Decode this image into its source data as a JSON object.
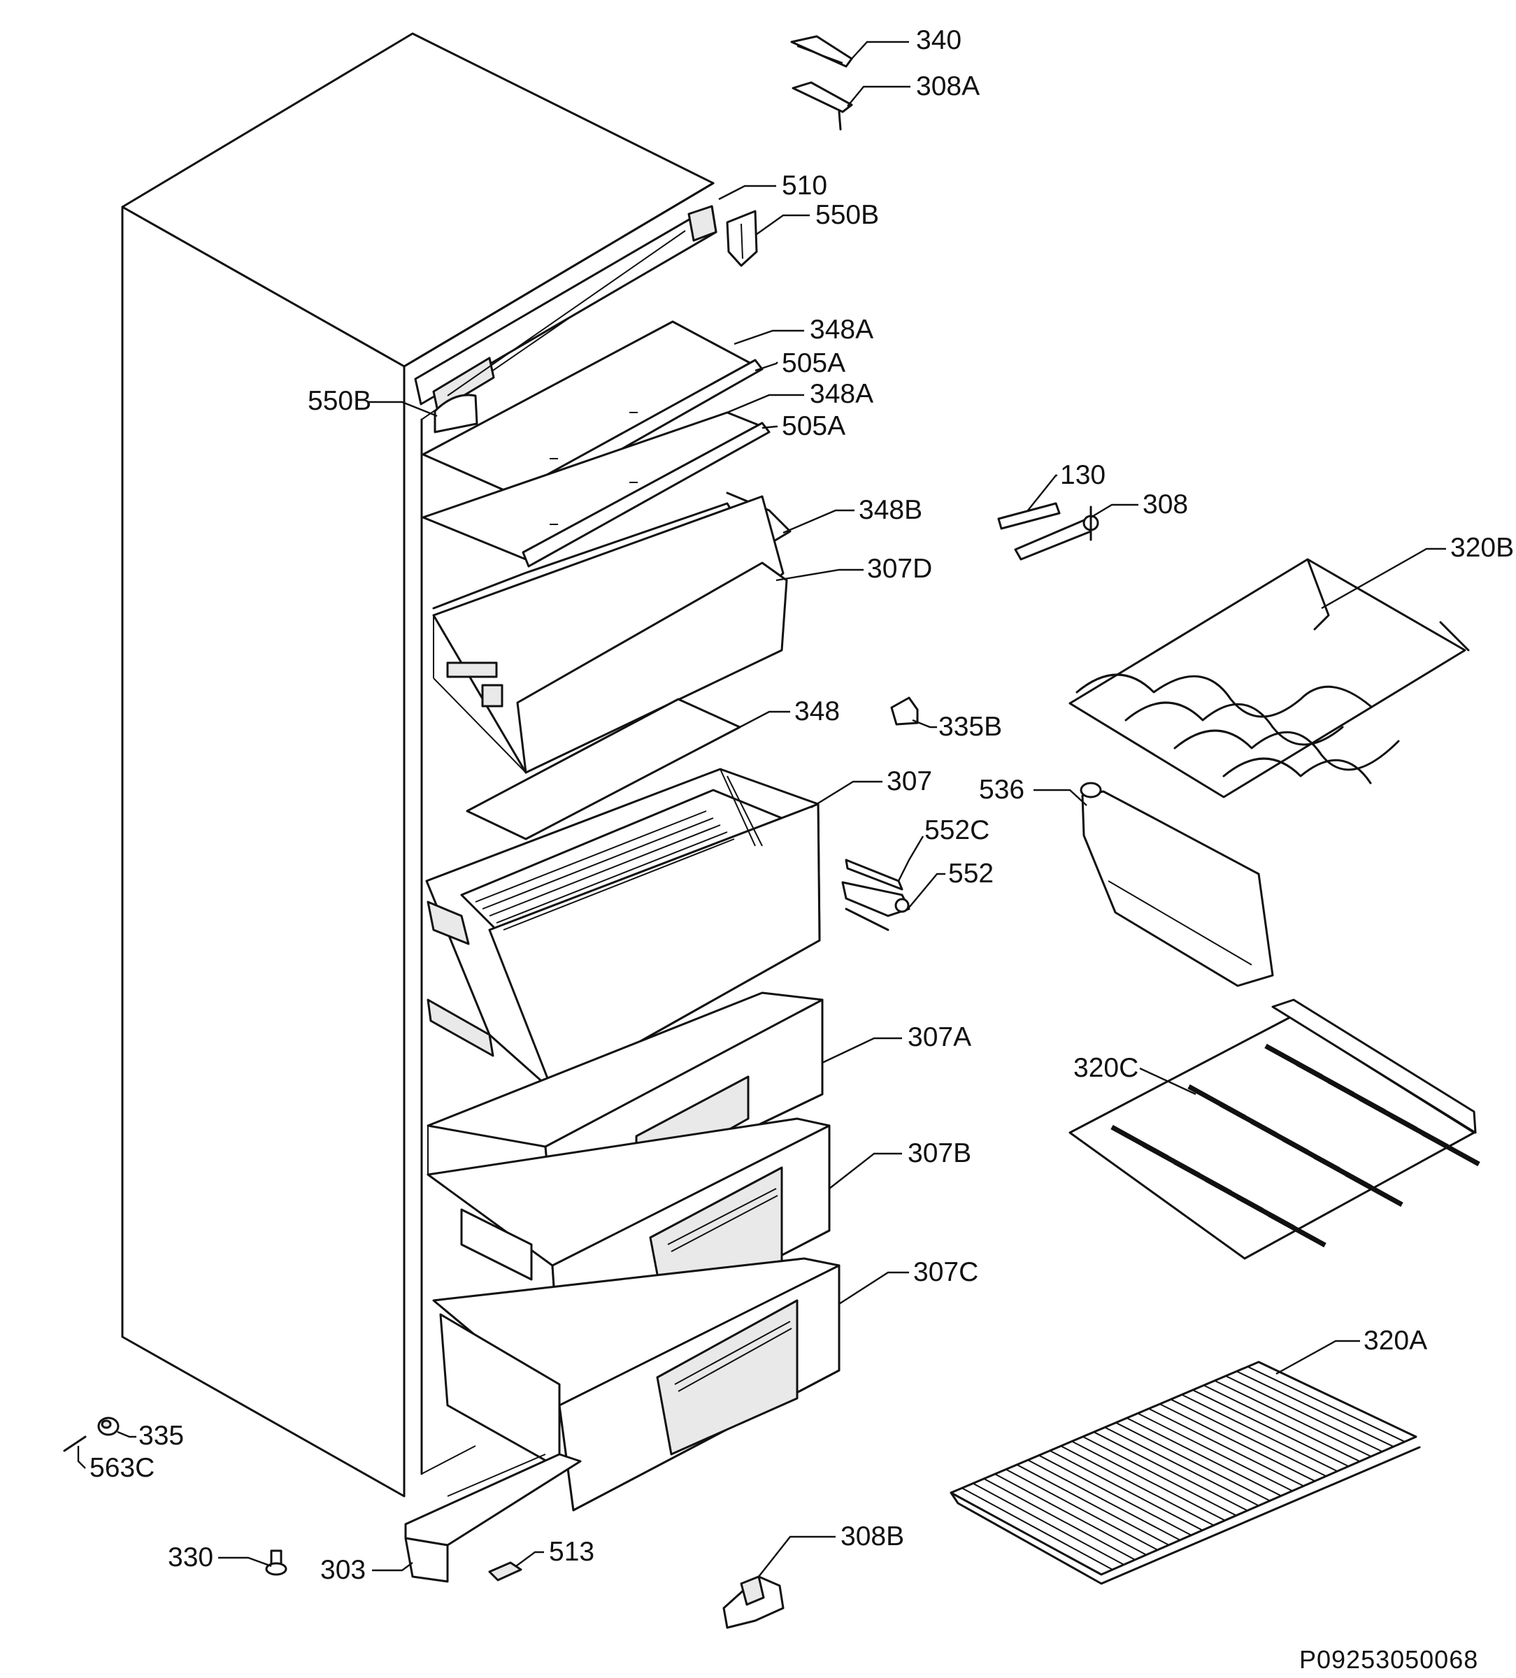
{
  "diagram": {
    "reference_code": "P09253050068",
    "parts": [
      {
        "id": "340",
        "label": "340"
      },
      {
        "id": "308A",
        "label": "308A"
      },
      {
        "id": "510",
        "label": "510"
      },
      {
        "id": "550B-top",
        "label": "550B"
      },
      {
        "id": "348A-1",
        "label": "348A"
      },
      {
        "id": "505A-1",
        "label": "505A"
      },
      {
        "id": "348A-2",
        "label": "348A"
      },
      {
        "id": "505A-2",
        "label": "505A"
      },
      {
        "id": "550B-left",
        "label": "550B"
      },
      {
        "id": "348B",
        "label": "348B"
      },
      {
        "id": "307D",
        "label": "307D"
      },
      {
        "id": "348",
        "label": "348"
      },
      {
        "id": "307",
        "label": "307"
      },
      {
        "id": "552C",
        "label": "552C"
      },
      {
        "id": "552",
        "label": "552"
      },
      {
        "id": "130",
        "label": "130"
      },
      {
        "id": "308",
        "label": "308"
      },
      {
        "id": "320B",
        "label": "320B"
      },
      {
        "id": "335B",
        "label": "335B"
      },
      {
        "id": "536",
        "label": "536"
      },
      {
        "id": "307A",
        "label": "307A"
      },
      {
        "id": "320C",
        "label": "320C"
      },
      {
        "id": "307B",
        "label": "307B"
      },
      {
        "id": "307C",
        "label": "307C"
      },
      {
        "id": "320A",
        "label": "320A"
      },
      {
        "id": "335",
        "label": "335"
      },
      {
        "id": "563C",
        "label": "563C"
      },
      {
        "id": "330",
        "label": "330"
      },
      {
        "id": "303",
        "label": "303"
      },
      {
        "id": "513",
        "label": "513"
      },
      {
        "id": "308B",
        "label": "308B"
      }
    ]
  }
}
